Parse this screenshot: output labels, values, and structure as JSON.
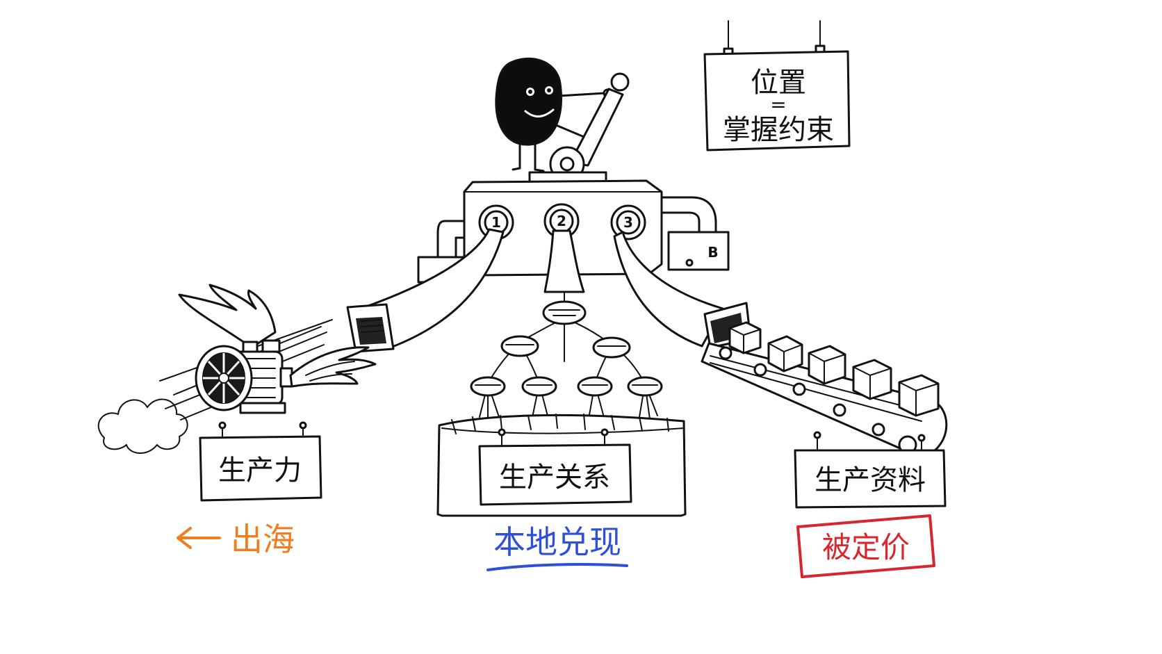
{
  "machine": {
    "dials": [
      "1",
      "2",
      "3"
    ],
    "side_label": "B"
  },
  "top_sign": {
    "line1": "位置",
    "line2": "=",
    "line3": "掌握约束"
  },
  "signs": {
    "left": "生产力",
    "center": "生产关系",
    "right": "生产资料"
  },
  "annotations": {
    "left": {
      "text": "出海",
      "color": "#f07d1e"
    },
    "center": {
      "text": "本地兑现",
      "color": "#2e4fd8"
    },
    "right": {
      "text": "被定价",
      "color": "#d8262f"
    }
  }
}
